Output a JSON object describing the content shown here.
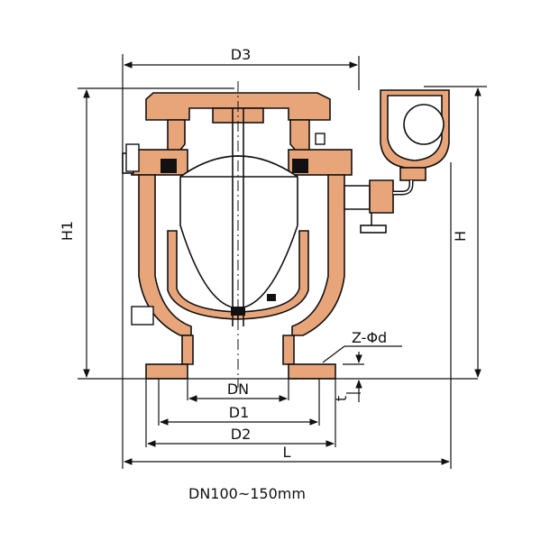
{
  "labels": {
    "d3": "D3",
    "h1": "H1",
    "h": "H",
    "z_phi_d": "Z-Φd",
    "t": "t",
    "dn": "DN",
    "d1": "D1",
    "d2": "D2",
    "l": "L"
  },
  "caption": "DN100~150mm",
  "colors": {
    "hatch": "#e9a57a",
    "line": "#111111"
  }
}
